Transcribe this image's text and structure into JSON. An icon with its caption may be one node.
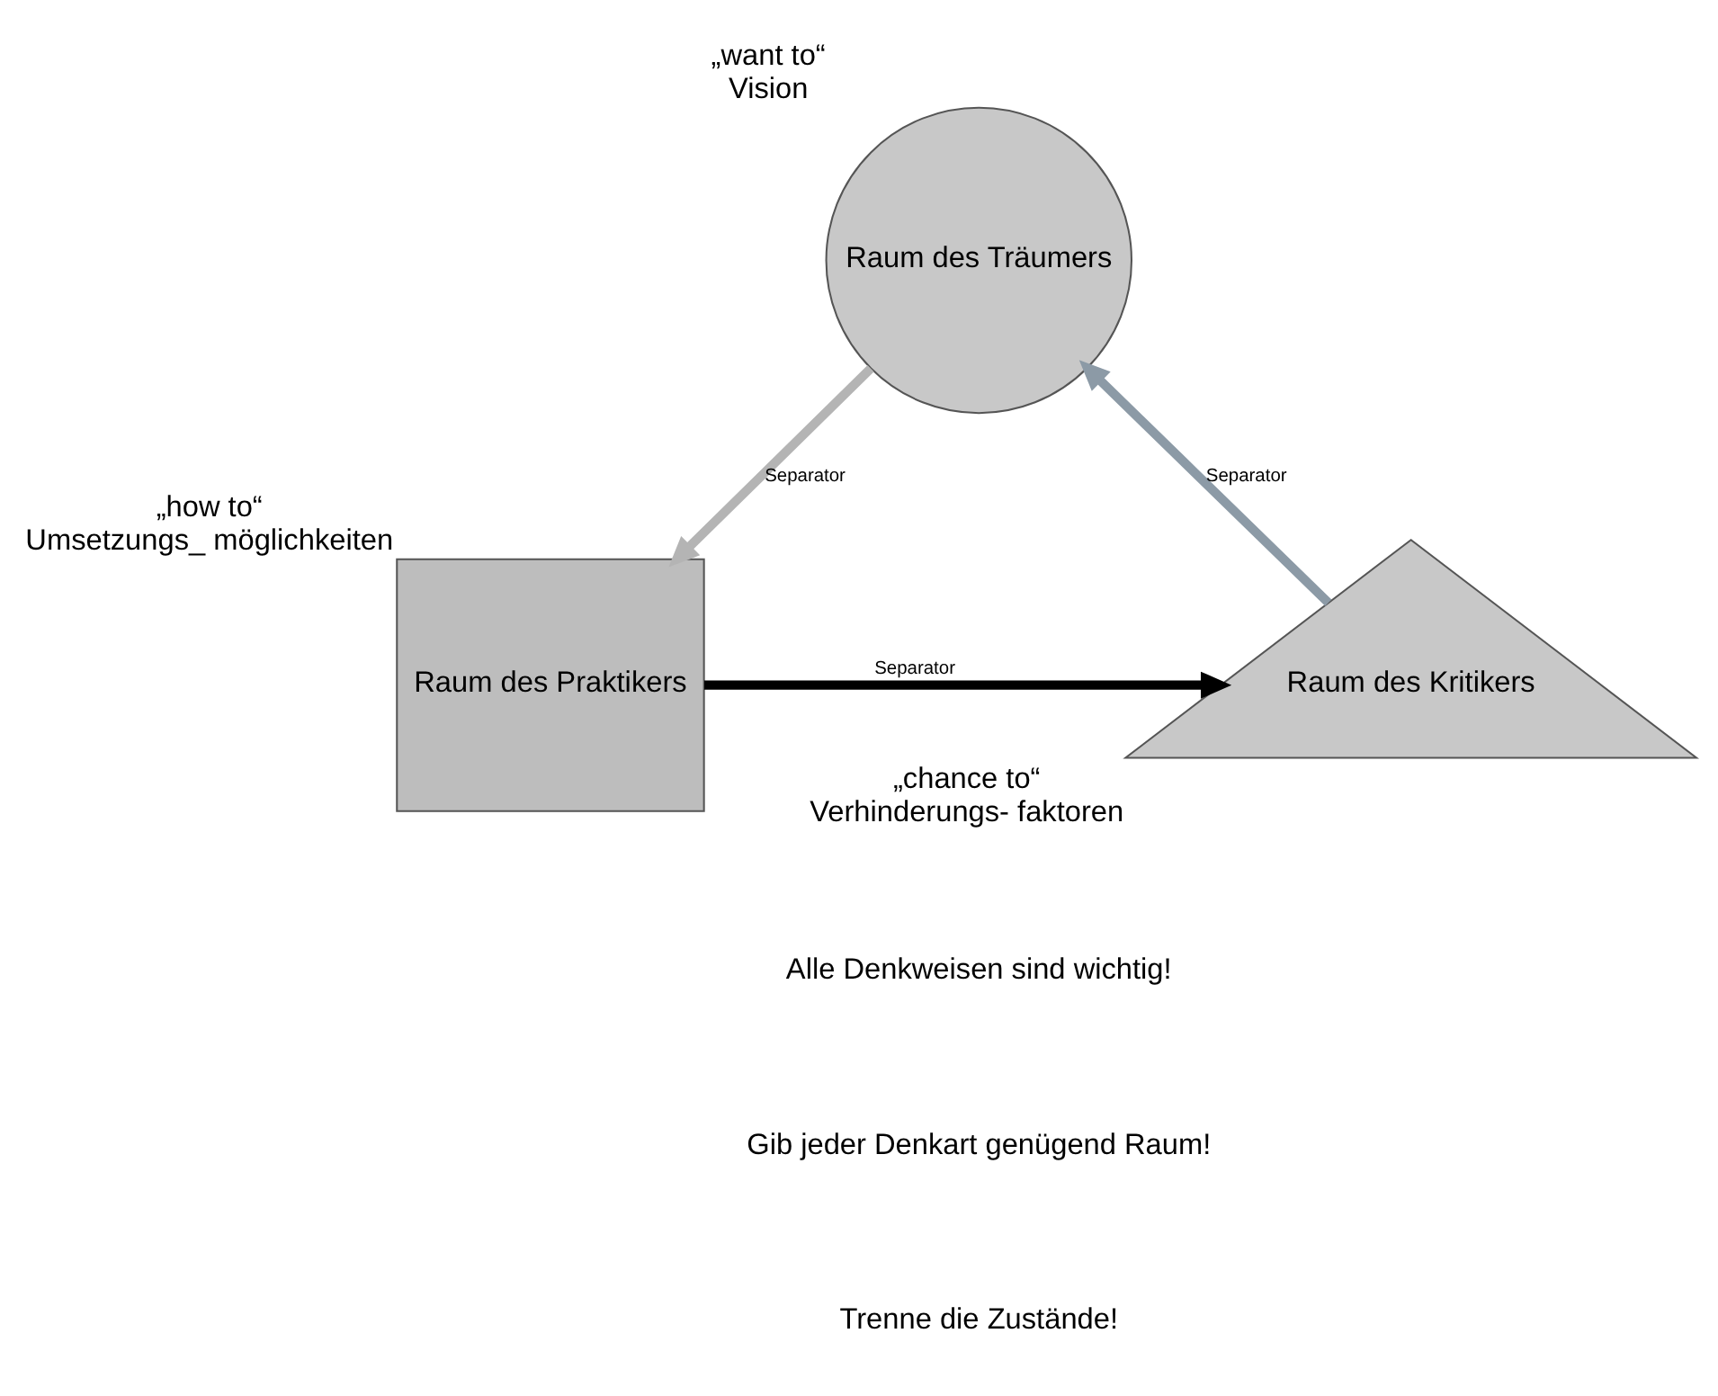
{
  "diagram": {
    "nodes": [
      {
        "text": [
          "Raum des Träumers"
        ],
        "beside": [
          "„want to“",
          "Vision"
        ]
      },
      {
        "text": [
          "Raum des Praktikers"
        ],
        "beside": [
          "„how to“",
          "Umsetzungs_ möglichkeiten"
        ]
      },
      {
        "text": [
          "Raum des Kritikers"
        ],
        "beside": [
          "„chance to“",
          "Verhinderungs- faktoren"
        ]
      }
    ],
    "edges": [
      {
        "from": 0,
        "to": 1,
        "arrow": "to",
        "label": "Separator",
        "color": "#b4b4b4"
      },
      {
        "from": 1,
        "to": 2,
        "arrow": "to",
        "label": "Separator",
        "color": "#000000"
      },
      {
        "from": 2,
        "to": 0,
        "arrow": "to",
        "label": "Separator",
        "color": "#8c9aa6"
      }
    ],
    "labels": [
      "Alle Denkweisen sind wichtig!",
      "Gib jeder Denkart genügend Raum!",
      "Trenne die Zustände!"
    ]
  }
}
